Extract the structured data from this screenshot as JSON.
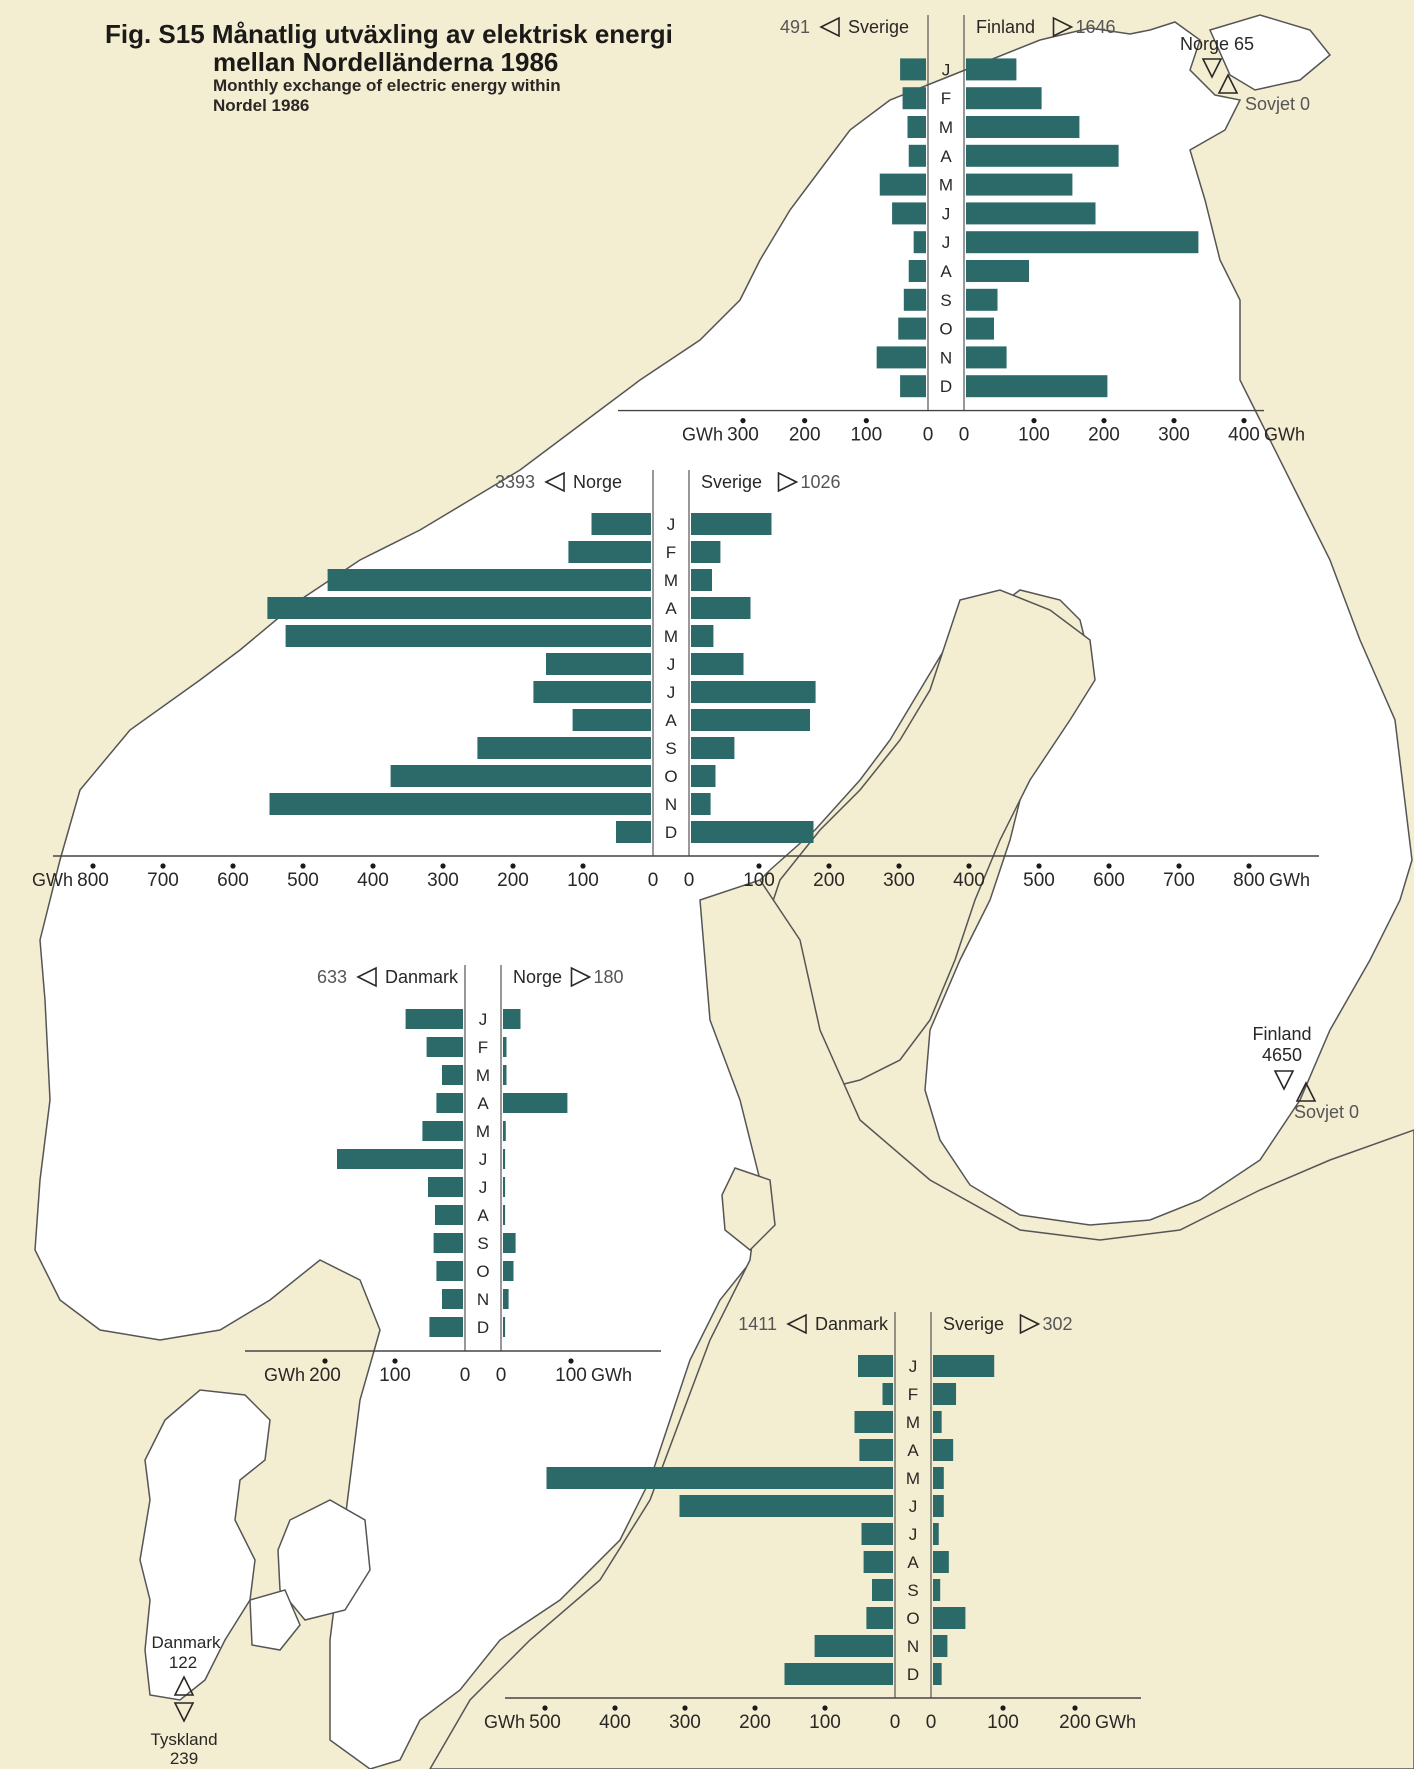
{
  "title": {
    "line1": "Fig. S15 Månatlig utväxling av elektrisk energi",
    "line2": "mellan Nordelländerna 1986",
    "sub1": "Monthly exchange of electric energy within",
    "sub2": "Nordel 1986"
  },
  "colors": {
    "bar": "#2c6a69",
    "land_white": "#ffffff",
    "sea": "#f3edd1",
    "ink": "#1c1a18"
  },
  "chart_data": [
    {
      "type": "bar",
      "orientation": "horizontal-diverging",
      "categories": [
        "J",
        "F",
        "M",
        "A",
        "M",
        "J",
        "J",
        "A",
        "S",
        "O",
        "N",
        "D"
      ],
      "axis_unit": "GWh",
      "left_ticks": [
        "300",
        "200",
        "100",
        "0"
      ],
      "right_ticks": [
        "0",
        "100",
        "200",
        "300",
        "400"
      ],
      "left_max": 300,
      "right_max": 400,
      "left": {
        "total": "491",
        "name": "Sverige",
        "values": [
          42,
          38,
          30,
          28,
          75,
          55,
          20,
          28,
          36,
          45,
          80,
          42
        ]
      },
      "right": {
        "total": "1646",
        "name": "Finland",
        "values": [
          72,
          108,
          162,
          218,
          152,
          185,
          332,
          90,
          45,
          40,
          58,
          202
        ]
      },
      "extra_labels": [
        {
          "name": "Norge",
          "value": "65"
        },
        {
          "name": "Sovjet",
          "value": "0"
        }
      ]
    },
    {
      "type": "bar",
      "orientation": "horizontal-diverging",
      "categories": [
        "J",
        "F",
        "M",
        "A",
        "M",
        "J",
        "J",
        "A",
        "S",
        "O",
        "N",
        "D"
      ],
      "axis_unit": "GWh",
      "left_ticks": [
        "800",
        "700",
        "600",
        "500",
        "400",
        "300",
        "200",
        "100",
        "0"
      ],
      "right_ticks": [
        "0",
        "100",
        "200",
        "300",
        "400",
        "500",
        "600",
        "700",
        "800"
      ],
      "left_max": 800,
      "right_max": 800,
      "left": {
        "total": "3393",
        "name": "Norge",
        "values": [
          85,
          118,
          462,
          548,
          522,
          150,
          168,
          112,
          248,
          372,
          545,
          50
        ]
      },
      "right": {
        "total": "1026",
        "name": "Sverige",
        "values": [
          115,
          42,
          30,
          85,
          32,
          75,
          178,
          170,
          62,
          35,
          28,
          175
        ]
      }
    },
    {
      "type": "bar",
      "orientation": "horizontal-diverging",
      "categories": [
        "J",
        "F",
        "M",
        "A",
        "M",
        "J",
        "J",
        "A",
        "S",
        "O",
        "N",
        "D"
      ],
      "axis_unit": "GWh",
      "left_ticks": [
        "200",
        "100",
        "0"
      ],
      "right_ticks": [
        "0",
        "100"
      ],
      "left_max": 200,
      "right_max": 100,
      "left": {
        "total": "633",
        "name": "Danmark",
        "values": [
          82,
          52,
          30,
          38,
          58,
          180,
          50,
          40,
          42,
          38,
          30,
          48
        ]
      },
      "right": {
        "total": "180",
        "name": "Norge",
        "values": [
          25,
          5,
          5,
          92,
          4,
          3,
          3,
          3,
          18,
          15,
          8,
          3
        ]
      }
    },
    {
      "type": "bar",
      "orientation": "horizontal-diverging",
      "categories": [
        "J",
        "F",
        "M",
        "A",
        "M",
        "J",
        "J",
        "A",
        "S",
        "O",
        "N",
        "D"
      ],
      "axis_unit": "GWh",
      "left_ticks": [
        "500",
        "400",
        "300",
        "200",
        "100",
        "0"
      ],
      "right_ticks": [
        "0",
        "100",
        "200"
      ],
      "left_max": 500,
      "right_max": 200,
      "left": {
        "total": "1411",
        "name": "Danmark",
        "values": [
          50,
          15,
          55,
          48,
          495,
          305,
          45,
          42,
          30,
          38,
          112,
          155
        ]
      },
      "right": {
        "total": "302",
        "name": "Sverige",
        "values": [
          85,
          32,
          12,
          28,
          15,
          15,
          8,
          22,
          10,
          45,
          20,
          12
        ]
      }
    }
  ],
  "map_labels": {
    "finland_sovjet": {
      "name1": "Finland",
      "value": "4650",
      "name2": "Sovjet",
      "value2": "0"
    },
    "danmark_tyskland": {
      "name1": "Danmark",
      "value": "122",
      "name2": "Tyskland",
      "value2": "239"
    }
  }
}
